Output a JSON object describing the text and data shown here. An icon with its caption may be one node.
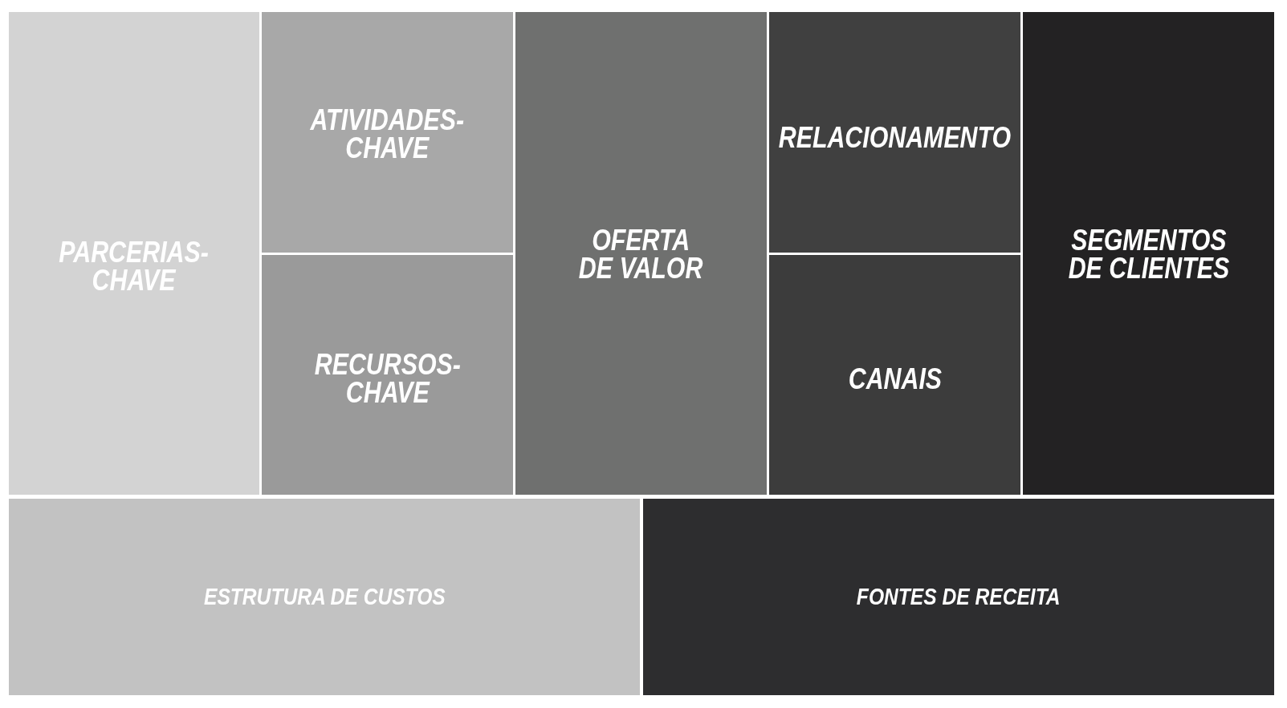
{
  "diagram": {
    "nodes": [
      {
        "text": [
          "PARCERIAS-CHAVE"
        ]
      },
      {
        "text": [
          "ATIVIDADES-CHAVE"
        ]
      },
      {
        "text": [
          "RECURSOS-CHAVE"
        ]
      },
      {
        "text": [
          "OFERTA DE VALOR"
        ]
      },
      {
        "text": [
          "RELACIONAMENTO"
        ]
      },
      {
        "text": [
          "CANAIS"
        ]
      },
      {
        "text": [
          "SEGMENTOS DE CLIENTES"
        ]
      },
      {
        "text": [
          "ESTRUTURA DE CUSTOS"
        ]
      },
      {
        "text": [
          "FONTES DE RECEITA"
        ]
      }
    ]
  }
}
